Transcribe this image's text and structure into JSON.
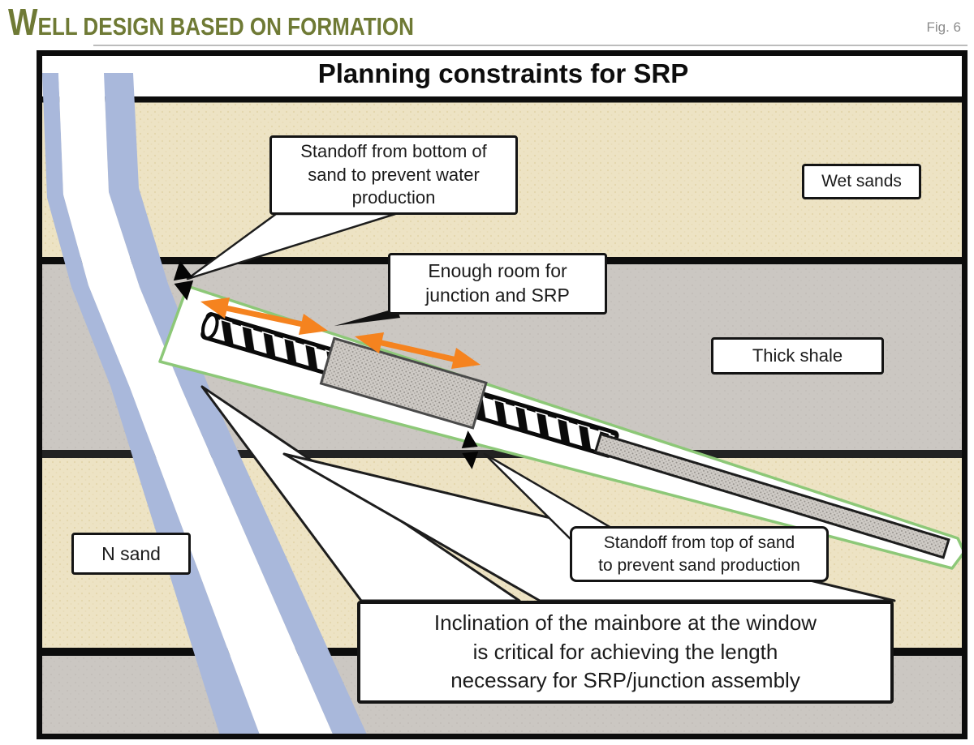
{
  "page": {
    "header_title": "WELL DESIGN BASED ON FORMATION",
    "figure_label": "Fig. 6"
  },
  "diagram": {
    "title": "Planning constraints for SRP",
    "formation_labels": {
      "wet_sands": "Wet sands",
      "thick_shale": "Thick shale",
      "n_sand": "N sand"
    },
    "callouts": {
      "standoff_bottom": {
        "lines": [
          "Standoff from bottom of",
          "sand to prevent water",
          "production"
        ]
      },
      "enough_room": {
        "lines": [
          "Enough room for",
          "junction and SRP"
        ]
      },
      "standoff_top": {
        "lines": [
          "Standoff from top of sand",
          "to prevent sand production"
        ]
      },
      "inclination": {
        "lines": [
          "Inclination of the mainbore at the window",
          "is critical for achieving the length",
          "necessary for SRP/junction assembly"
        ]
      }
    },
    "colors": {
      "header_olive": "#6F7A35",
      "sand_tan": "#EDE3C4",
      "shale_gray": "#CBC7C2",
      "mainbore_blue": "#A9B8DB",
      "window_green": "#8DC878",
      "arrow_orange": "#F5831F",
      "line_black": "#111111"
    }
  }
}
